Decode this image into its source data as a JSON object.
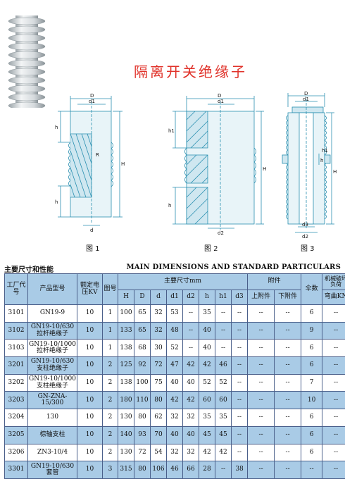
{
  "title": "隔离开关绝缘子",
  "figures": {
    "fig1": {
      "caption": "图 1",
      "dims": {
        "D": "D",
        "d1": "d1",
        "d": "d",
        "h": "h",
        "H": "H",
        "R": "R"
      }
    },
    "fig2": {
      "caption": "图 2",
      "dims": {
        "D": "D",
        "d1": "d1",
        "d2": "d2",
        "h": "h",
        "h1": "h1",
        "H": "H"
      }
    },
    "fig3": {
      "caption": "图 3",
      "dims": {
        "D": "D",
        "d1": "d1",
        "d2": "d2",
        "d3": "d3",
        "h": "h",
        "h1": "h1",
        "H": "H"
      }
    }
  },
  "section": {
    "title_cn": "主要尺寸和性能",
    "title_en": "MAIN DIMENSIONS AND STANDARD PARTICULARS"
  },
  "table": {
    "headers": {
      "factory_code": "工厂代号",
      "model": "产品型号",
      "rated_voltage": "额定电压KV",
      "figure_no": "图号",
      "main_dims": "主要尺寸mm",
      "attachments": "附件",
      "sheds": "伞数",
      "mech_load": "机械破坏负荷",
      "dims": [
        "H",
        "D",
        "d",
        "d1",
        "d2",
        "h",
        "h1",
        "d3"
      ],
      "upper": "上附件",
      "lower": "下附件",
      "bending": "弯曲KN"
    },
    "rows": [
      {
        "code": "3101",
        "model": "GN19-9",
        "kv": "10",
        "fig": "1",
        "H": "100",
        "D": "65",
        "d": "32",
        "d1": "53",
        "d2": "--",
        "h": "35",
        "h1": "--",
        "d3": "--",
        "upper": "--",
        "lower": "--",
        "sheds": "6",
        "load": "--"
      },
      {
        "code": "3102",
        "model": "GN19-10/630\n拉杆绝缘子",
        "kv": "10",
        "fig": "1",
        "H": "133",
        "D": "65",
        "d": "32",
        "d1": "48",
        "d2": "--",
        "h": "40",
        "h1": "--",
        "d3": "--",
        "upper": "--",
        "lower": "--",
        "sheds": "9",
        "load": "--"
      },
      {
        "code": "3103",
        "model": "GN19-10/1000\n拉杆绝缘子",
        "kv": "10",
        "fig": "1",
        "H": "138",
        "D": "68",
        "d": "30",
        "d1": "52",
        "d2": "--",
        "h": "40",
        "h1": "--",
        "d3": "--",
        "upper": "--",
        "lower": "--",
        "sheds": "6",
        "load": "--"
      },
      {
        "code": "3201",
        "model": "GN19-10/630\n支柱绝缘子",
        "kv": "10",
        "fig": "2",
        "H": "125",
        "D": "92",
        "d": "72",
        "d1": "47",
        "d2": "42",
        "h": "42",
        "h1": "46",
        "d3": "--",
        "upper": "--",
        "lower": "--",
        "sheds": "6",
        "load": "--"
      },
      {
        "code": "3202",
        "model": "GN19-10/1000\n支柱绝缘子",
        "kv": "10",
        "fig": "2",
        "H": "138",
        "D": "100",
        "d": "75",
        "d1": "40",
        "d2": "40",
        "h": "52",
        "h1": "52",
        "d3": "--",
        "upper": "--",
        "lower": "--",
        "sheds": "7",
        "load": "--"
      },
      {
        "code": "3203",
        "model": "GN-ZNA-15/300",
        "kv": "10",
        "fig": "2",
        "H": "180",
        "D": "110",
        "d": "80",
        "d1": "42",
        "d2": "42",
        "h": "60",
        "h1": "60",
        "d3": "--",
        "upper": "--",
        "lower": "--",
        "sheds": "10",
        "load": "--"
      },
      {
        "code": "3204",
        "model": "130",
        "kv": "10",
        "fig": "2",
        "H": "130",
        "D": "80",
        "d": "62",
        "d1": "32",
        "d2": "32",
        "h": "35",
        "h1": "35",
        "d3": "--",
        "upper": "--",
        "lower": "--",
        "sheds": "6",
        "load": "--"
      },
      {
        "code": "3205",
        "model": "棕轴支柱",
        "kv": "10",
        "fig": "2",
        "H": "140",
        "D": "93",
        "d": "70",
        "d1": "40",
        "d2": "40",
        "h": "45",
        "h1": "45",
        "d3": "--",
        "upper": "--",
        "lower": "--",
        "sheds": "6",
        "load": "--"
      },
      {
        "code": "3206",
        "model": "ZN3-10/4",
        "kv": "10",
        "fig": "2",
        "H": "130",
        "D": "72",
        "d": "54",
        "d1": "32",
        "d2": "32",
        "h": "42",
        "h1": "42",
        "d3": "--",
        "upper": "--",
        "lower": "--",
        "sheds": "6",
        "load": "--"
      },
      {
        "code": "3301",
        "model": "GN19-10/630\n套管",
        "kv": "10",
        "fig": "3",
        "H": "315",
        "D": "80",
        "d": "106",
        "d1": "46",
        "d2": "66",
        "h": "28",
        "h1": "--",
        "d3": "38",
        "upper": "--",
        "lower": "--",
        "sheds": "--",
        "load": "--"
      }
    ]
  },
  "colors": {
    "title": "#e0322a",
    "header_bg": "#a9cbe6",
    "stripe_bg": "#a9cbe6",
    "line": "#4a5f8a",
    "drawing": "#2a8fb0"
  }
}
